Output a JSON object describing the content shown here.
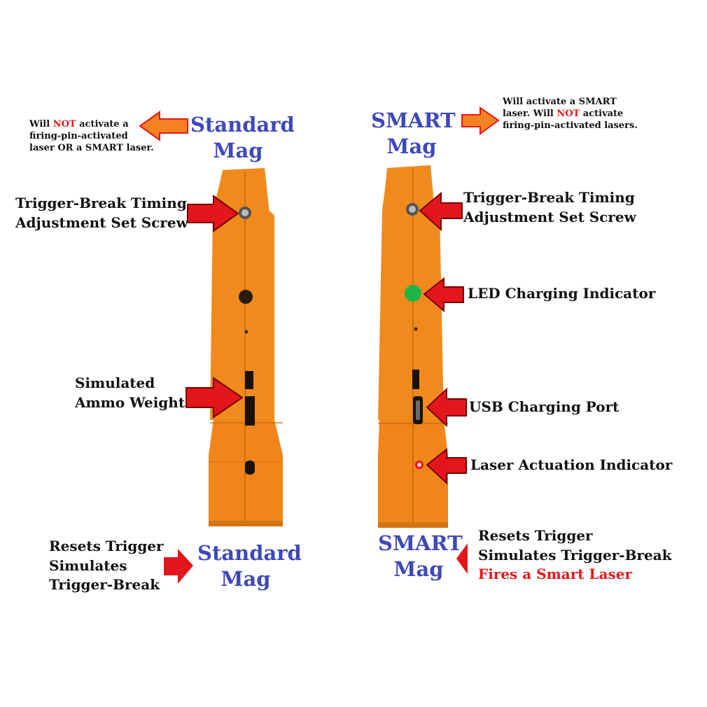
{
  "colors": {
    "device_orange": "#f18a1c",
    "device_shadow": "#c46a10",
    "title_blue": "#3f49b8",
    "arrow_red": "#e3171b",
    "arrow_orange": "#f58220",
    "led_green": "#1fb54a",
    "text_black": "#111111"
  },
  "left": {
    "top_title": [
      "Standard",
      "Mag"
    ],
    "top_note": {
      "line1_pre": "Will ",
      "line1_em": "NOT",
      "line1_post": " activate a",
      "line2": "firing-pin-activated",
      "line3": "laser OR a SMART laser."
    },
    "callouts": {
      "set_screw": [
        "Trigger-Break Timing",
        "Adjustment Set Screw"
      ],
      "ammo_weight": [
        "Simulated",
        "Ammo Weight"
      ]
    },
    "bottom_title": [
      "Standard",
      "Mag"
    ],
    "bottom_note": [
      "Resets Trigger",
      "Simulates",
      "Trigger-Break"
    ]
  },
  "right": {
    "top_title": [
      "SMART",
      "Mag"
    ],
    "top_note": {
      "line1": "Will activate a SMART",
      "line2_pre": "laser.  Will ",
      "line2_em": "NOT",
      "line2_post": " activate",
      "line3": "firing-pin-activated lasers."
    },
    "callouts": {
      "set_screw": [
        "Trigger-Break Timing",
        "Adjustment Set Screw"
      ],
      "led": "LED Charging Indicator",
      "usb": "USB Charging Port",
      "laser": "Laser Actuation Indicator"
    },
    "bottom_title": [
      "SMART",
      "Mag"
    ],
    "bottom_note": [
      "Resets Trigger",
      "Simulates Trigger-Break"
    ],
    "bottom_note_red": "Fires a Smart Laser"
  }
}
